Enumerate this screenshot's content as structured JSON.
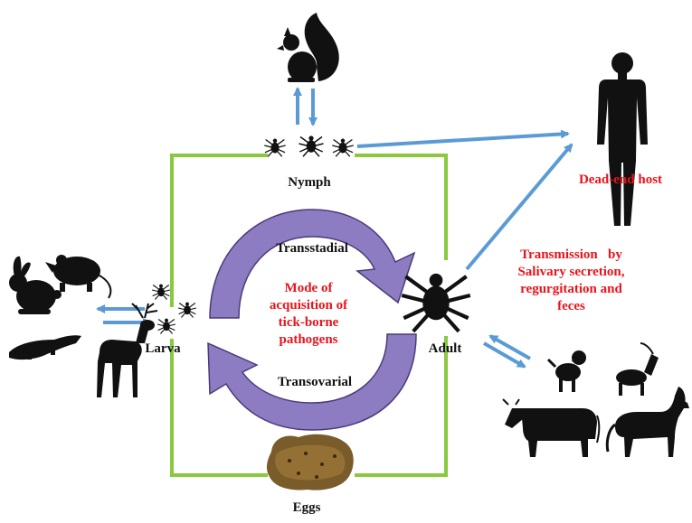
{
  "stages": {
    "nymph": "Nymph",
    "larva": "Larva",
    "adult": "Adult",
    "eggs": "Eggs"
  },
  "cycle": {
    "transstadial": "Transstadial",
    "transovarial": "Transovarial",
    "mode_lines": [
      "Mode of",
      "acquisition of",
      "tick-borne",
      "pathogens"
    ]
  },
  "hosts": {
    "dead_end": "Dead-end host",
    "transmission_lines": [
      "Transmission   by",
      "Salivary secretion,",
      "regurgitation and",
      "feces"
    ]
  },
  "icons": [
    "squirrel-icon",
    "human-silhouette-icon",
    "rabbit-icon",
    "rat-icon",
    "alligator-icon",
    "deer-icon",
    "dog-icon",
    "goat-icon",
    "cow-icon",
    "horse-icon",
    "tick-icon",
    "egg-mass-icon"
  ],
  "colors": {
    "cycle_frame": "#8ac840",
    "arrow_blue": "#5b9bd5",
    "circle_arrow": "#8e7cc3",
    "circle_arrow_stroke": "#4b3a7a",
    "accent_red": "#e8141b"
  }
}
